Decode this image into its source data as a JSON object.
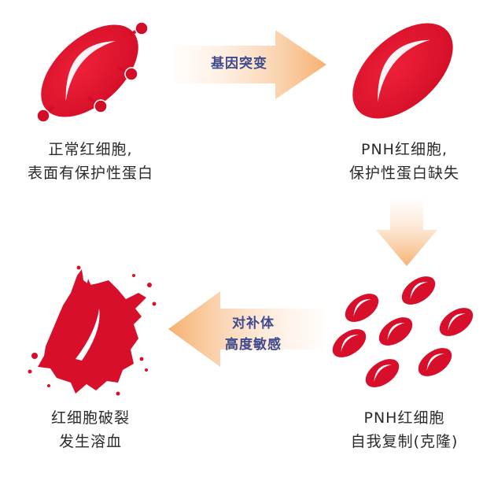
{
  "colors": {
    "cell_red": "#e1102c",
    "cell_dark": "#c80a24",
    "highlight": "#ffffff",
    "arrow_orange": "#f7b77a",
    "arrow_light": "#fdeee0",
    "label_blue": "#3f4a8f",
    "caption_text": "#2b2b2b"
  },
  "stages": {
    "normal": {
      "line1": "正常红细胞,",
      "line2": "表面有保护性蛋白"
    },
    "pnh": {
      "line1": "PNH红细胞,",
      "line2": "保护性蛋白缺失"
    },
    "clone": {
      "line1": "PNH红细胞",
      "line2": "自我复制(克隆)"
    },
    "lysis": {
      "line1": "红细胞破裂",
      "line2": "发生溶血"
    }
  },
  "arrows": {
    "mutation": {
      "label": "基因突变"
    },
    "complement": {
      "line1": "对补体",
      "line2": "高度敏感"
    }
  }
}
